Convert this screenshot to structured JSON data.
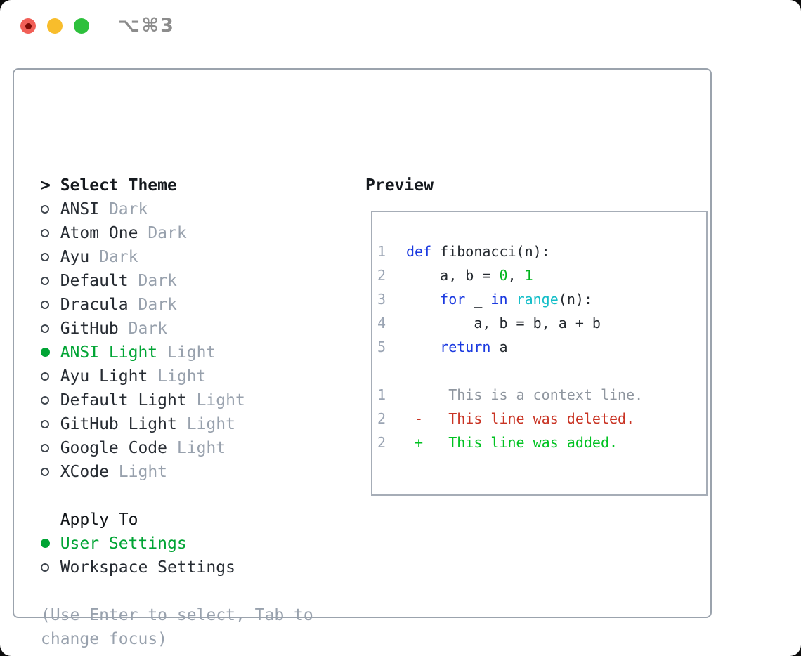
{
  "window": {
    "shortcut_label": "⌥⌘3",
    "traffic_lights": [
      {
        "icon": "close-button",
        "color": "#f15f57",
        "has_dot": true
      },
      {
        "icon": "minimize-button",
        "color": "#f8bd2c",
        "has_dot": false
      },
      {
        "icon": "fullscreen-button",
        "color": "#2dc03c",
        "has_dot": false
      }
    ]
  },
  "colors": {
    "selection_green": "#00a434",
    "keyword_blue": "#1b3ae0",
    "function_cyan": "#14bec8",
    "number_green": "#00b41c",
    "deleted_red": "#c93424",
    "added_green": "#00c221",
    "muted_gray": "#98a1ad",
    "panel_border": "#9ba3ad",
    "preview_border": "#a6adb7"
  },
  "theme_panel": {
    "heading_prefix": ">",
    "heading": "Select Theme",
    "items": [
      {
        "name": "ANSI",
        "tag": "Dark",
        "selected": false
      },
      {
        "name": "Atom One",
        "tag": "Dark",
        "selected": false
      },
      {
        "name": "Ayu",
        "tag": "Dark",
        "selected": false
      },
      {
        "name": "Default",
        "tag": "Dark",
        "selected": false
      },
      {
        "name": "Dracula",
        "tag": "Dark",
        "selected": false
      },
      {
        "name": "GitHub",
        "tag": "Dark",
        "selected": false
      },
      {
        "name": "ANSI Light",
        "tag": "Light",
        "selected": true
      },
      {
        "name": "Ayu Light",
        "tag": "Light",
        "selected": false
      },
      {
        "name": "Default Light",
        "tag": "Light",
        "selected": false
      },
      {
        "name": "GitHub Light",
        "tag": "Light",
        "selected": false
      },
      {
        "name": "Google Code",
        "tag": "Light",
        "selected": false
      },
      {
        "name": "XCode",
        "tag": "Light",
        "selected": false
      }
    ],
    "apply_to": {
      "heading": "Apply To",
      "options": [
        {
          "label": "User Settings",
          "selected": true
        },
        {
          "label": "Workspace Settings",
          "selected": false
        }
      ]
    },
    "hint_lines": [
      "(Use Enter to select, Tab to",
      "change focus)"
    ]
  },
  "preview": {
    "heading": "Preview",
    "code_lines": [
      {
        "num": "1",
        "segments": [
          {
            "t": "def",
            "c": "kw"
          },
          {
            "t": " fibonacci(n):",
            "c": "txt"
          }
        ]
      },
      {
        "num": "2",
        "segments": [
          {
            "t": "    a, b = ",
            "c": "txt"
          },
          {
            "t": "0",
            "c": "num"
          },
          {
            "t": ", ",
            "c": "txt"
          },
          {
            "t": "1",
            "c": "num"
          }
        ]
      },
      {
        "num": "3",
        "segments": [
          {
            "t": "    ",
            "c": "txt"
          },
          {
            "t": "for",
            "c": "kw"
          },
          {
            "t": " _ ",
            "c": "txt"
          },
          {
            "t": "in",
            "c": "kw"
          },
          {
            "t": " ",
            "c": "txt"
          },
          {
            "t": "range",
            "c": "fn"
          },
          {
            "t": "(n):",
            "c": "txt"
          }
        ]
      },
      {
        "num": "4",
        "segments": [
          {
            "t": "        a, b = b, a + b",
            "c": "txt"
          }
        ]
      },
      {
        "num": "5",
        "segments": [
          {
            "t": "    ",
            "c": "txt"
          },
          {
            "t": "return",
            "c": "kw"
          },
          {
            "t": " a",
            "c": "txt"
          }
        ]
      },
      {
        "num": "",
        "segments": []
      },
      {
        "num": "1",
        "segments": [
          {
            "t": "     This is a context line.",
            "c": "ctx"
          }
        ]
      },
      {
        "num": "2",
        "segments": [
          {
            "t": " -   This line was deleted.",
            "c": "del"
          }
        ]
      },
      {
        "num": "2",
        "segments": [
          {
            "t": " +   This line was added.",
            "c": "add"
          }
        ]
      }
    ]
  }
}
